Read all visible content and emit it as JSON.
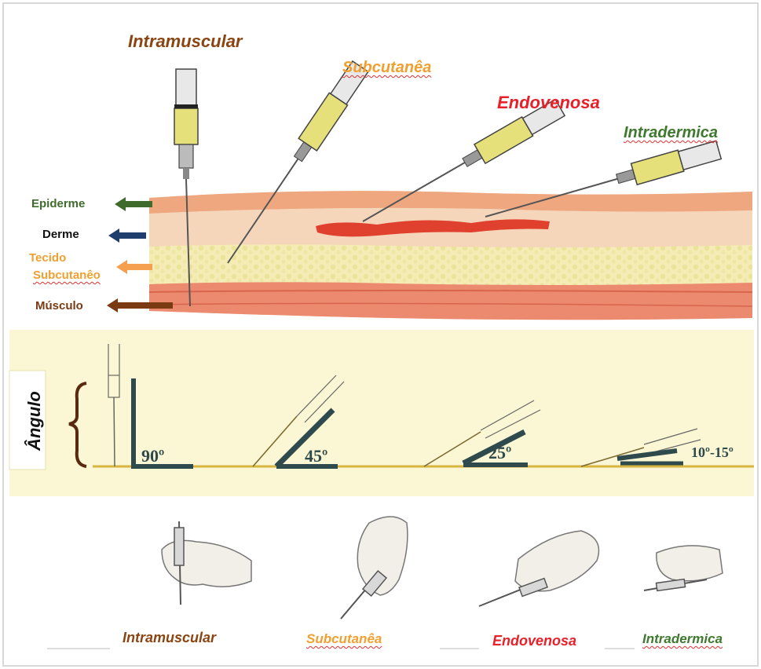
{
  "top_labels": {
    "intramuscular": "Intramuscular",
    "subcutanea": "Subcutanêa",
    "endovenosa": "Endovenosa",
    "intradermica": "Intradermica"
  },
  "layer_labels": {
    "epiderme": "Epiderme",
    "derme": "Derme",
    "tecido": "Tecido",
    "subcutaneo": "Subcutanêo",
    "musculo": "Músculo"
  },
  "angle_section": {
    "title": "Ângulo",
    "angles": [
      "90º",
      "45º",
      "25º",
      "10º-15º"
    ]
  },
  "bottom_labels": {
    "intramuscular": "Intramuscular",
    "subcutanea": "Subcutanêa",
    "endovenosa": "Endovenosa",
    "intradermica": "Intradermica"
  },
  "colors": {
    "intramuscular": "#8b4513",
    "subcutanea": "#f0a030",
    "endovenosa": "#e8202a",
    "intradermica": "#3e7a2e",
    "epiderme_arrow": "#3f6b2c",
    "derme_arrow": "#1f3e6e",
    "tecido_arrow": "#f5a050",
    "musculo_arrow": "#7a3a12"
  }
}
